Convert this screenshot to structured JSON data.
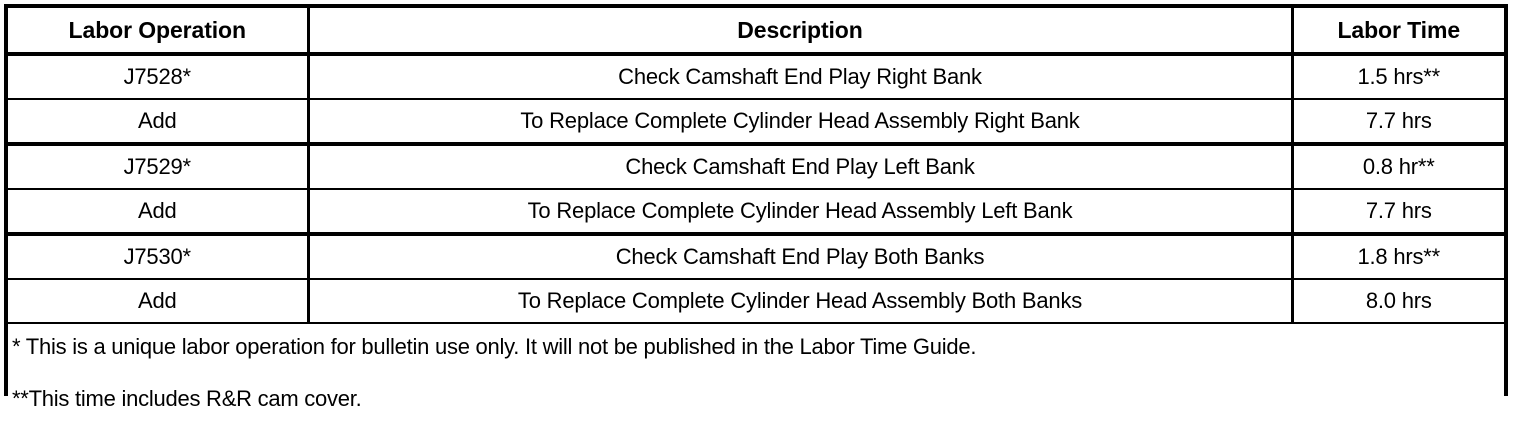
{
  "table": {
    "columns": [
      {
        "key": "labor_operation",
        "label": "Labor Operation"
      },
      {
        "key": "description",
        "label": "Description"
      },
      {
        "key": "labor_time",
        "label": "Labor Time"
      }
    ],
    "rows": [
      {
        "labor_operation": "J7528*",
        "description": "Check Camshaft End Play Right Bank",
        "labor_time": "1.5 hrs**"
      },
      {
        "labor_operation": "Add",
        "description": "To Replace Complete Cylinder Head Assembly Right Bank",
        "labor_time": "7.7 hrs"
      },
      {
        "labor_operation": "J7529*",
        "description": "Check Camshaft End Play Left Bank",
        "labor_time": "0.8 hr**"
      },
      {
        "labor_operation": "Add",
        "description": "To Replace Complete Cylinder Head Assembly Left Bank",
        "labor_time": "7.7 hrs"
      },
      {
        "labor_operation": "J7530*",
        "description": "Check Camshaft End Play Both Banks",
        "labor_time": "1.8 hrs**"
      },
      {
        "labor_operation": "Add",
        "description": "To Replace Complete Cylinder Head Assembly Both Banks",
        "labor_time": "8.0 hrs"
      }
    ],
    "footnotes": [
      "* This is a unique labor operation for bulletin use only. It will not be published in the Labor Time Guide.",
      "**This time includes R&R cam cover."
    ]
  },
  "style": {
    "border_color": "#000000",
    "text_color": "#000000",
    "background_color": "#ffffff"
  }
}
